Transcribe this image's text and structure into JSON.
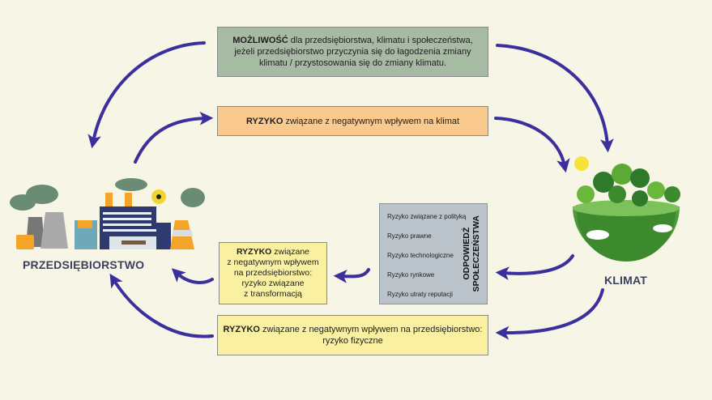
{
  "boxes": {
    "opportunity": {
      "bold": "MOŻLIWOŚĆ",
      "line1": " dla przedsiębiorstwa, klimatu i społeczeństwa,",
      "line2": "jeżeli przedsiębiorstwo przyczynia się do łagodzenia zmiany",
      "line3": "klimatu / przystosowania się do zmiany klimatu."
    },
    "risk_climate": {
      "bold": "RYZYKO",
      "text": " związane z negatywnym wpływem na klimat"
    },
    "risk_transformation": {
      "bold": "RYZYKO",
      "line1": " związane",
      "line2": "z negatywnym wpływem",
      "line3": "na przedsiębiorstwo:",
      "line4": "ryzyko związane",
      "line5": "z transformacją"
    },
    "risk_physical": {
      "bold": "RYZYKO",
      "line1": " związane z negatywnym wpływem na przedsiębiorstwo:",
      "line2": "ryzyko fizyczne"
    },
    "societal_response": {
      "title_line1": "ODPOWIEDŹ",
      "title_line2": "SPOŁECZEŃSTWA",
      "items": [
        "Ryzyko związane z polityką",
        "Ryzyko prawne",
        "Ryzyko technologiczne",
        "Ryzyko rynkowe",
        "Ryzyko utraty reputacji"
      ]
    }
  },
  "labels": {
    "company": "PRZEDSIĘBIORSTWO",
    "climate": "KLIMAT"
  },
  "colors": {
    "arrow": "#3a2f9c",
    "opportunity_bg": "#a7bba4",
    "risk_climate_bg": "#f9c98d",
    "risk_company_bg": "#f9f1a1",
    "societal_bg": "#b9c3c9",
    "background": "#f7f5e6"
  }
}
